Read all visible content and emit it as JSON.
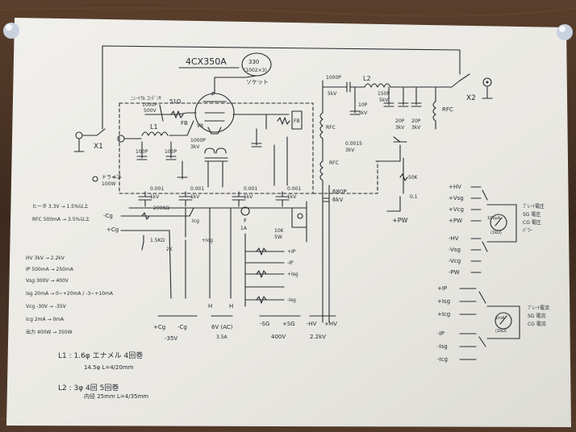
{
  "tube": {
    "type": "4CX350A",
    "cap_top": "330",
    "cap_top_sub": "(1002×3)",
    "socket": "ソケット"
  },
  "input": {
    "neutral_cap": "ﾆｭｰﾄﾗﾙ ｺﾝﾃﾞﾝｻ",
    "neutral_cap_val": "1000P",
    "neutral_cap_v": "500V",
    "coil_L1": "L1",
    "c_in": "100P",
    "c_in2": "100P",
    "res_51": "51Ω",
    "fb": "FB",
    "vr": "VR",
    "cap1000": "1000P",
    "cap_3kv": "3kV",
    "conn_x1": "X1",
    "drive_label": "ドライブ",
    "drive_sub": "100W"
  },
  "output": {
    "plate_cap": "1000P",
    "plate_cap_v": "5kV",
    "coil_L2": "L2",
    "c_tune": "10P",
    "c_tune_v": "3kV",
    "c_load1": "150P",
    "c_load2": "20P",
    "c_load3": "20P",
    "c_v1": "5kV",
    "c_v2": "3kV",
    "c_v3": "3kV",
    "rfc": "RFC",
    "rfc2": "RFC",
    "conn_x2": "X2",
    "cap_0001": "0.0015",
    "cap_0001_v": "3kV"
  },
  "bias": {
    "c_labels": [
      "0.001",
      "0.001",
      "0.001",
      "0.001"
    ],
    "c_volts": [
      "1kV",
      "1kV",
      "1kV",
      "1kV"
    ],
    "cap_680": "680P",
    "cap_680_v": "6kV",
    "res_200k": "200KΩ",
    "res_15k": "1.5KΩ",
    "res_2k": "2K",
    "res_10k": "10K",
    "res_5w": "5W",
    "res_50k": "50K",
    "vr_label": "0.1",
    "fuse": "F",
    "fuse_val": "1A"
  },
  "notes": {
    "heater": "ヒータ 3.3V → 1.5%以上",
    "rfc_note": "RFC 500mA → 3.5%以上",
    "specs": [
      "HV  3kV → 2.2kV",
      "IP  500mA → 250mA",
      "Vsg  300V → 400V",
      "Isg  20mA → 0~+20mA / -3~+10mA",
      "Vcg  -30V → -35V",
      "Icg  2mA → 0mA",
      "出力  400W → 350W"
    ],
    "coil_L1_desc": "L1 : 1.6φ エナメル  4回巻",
    "coil_L1_desc2": "14.5φ  L=4/20mm",
    "coil_L2_desc": "L2 : 3φ 4回  5回巻",
    "coil_L2_desc2": "内径 25mm  L=4/35mm"
  },
  "terminals": {
    "neg_cg_pos": "+Cg",
    "neg_cg_neg": "-Cg",
    "neg_cg_v": "-35V",
    "heater_h1": "H",
    "heater_h2": "H",
    "heater_v": "6V (AC)",
    "heater_a": "3.5A",
    "sg_pos": "+SG",
    "sg_neg": "-SG",
    "sg_v": "400V",
    "hv_pos": "+HV",
    "hv_neg": "-HV",
    "hv_v": "2.2kV",
    "pw": "+PW"
  },
  "meters": {
    "meter1_labels": [
      "+HV",
      "+Vsg",
      "+Vcg",
      "+PW",
      "-HV",
      "-Vsg",
      "-Vcg",
      "-PW"
    ],
    "meter1_desc": [
      "ﾌﾟﾚｰﾄ電圧",
      "SG 電圧",
      "CG 電圧",
      "ﾊﾟﾜｰ"
    ],
    "meter1_face": "100μA",
    "meter1_sub": "(1kΩ)",
    "meter2_labels": [
      "+IP",
      "+Isg",
      "+Icg",
      "-IP",
      "-Isg",
      "-Icg"
    ],
    "meter2_desc": [
      "ﾌﾟﾚｰﾄ電流",
      "SG 電流",
      "CG 電流"
    ],
    "meter2_face": "1mA",
    "meter2_sub": "(1kΩ)"
  },
  "colors": {
    "ink": "#2b2b33",
    "paper": "#ecebe6",
    "wood": "#4a3426",
    "pin": "#c9d2de"
  }
}
